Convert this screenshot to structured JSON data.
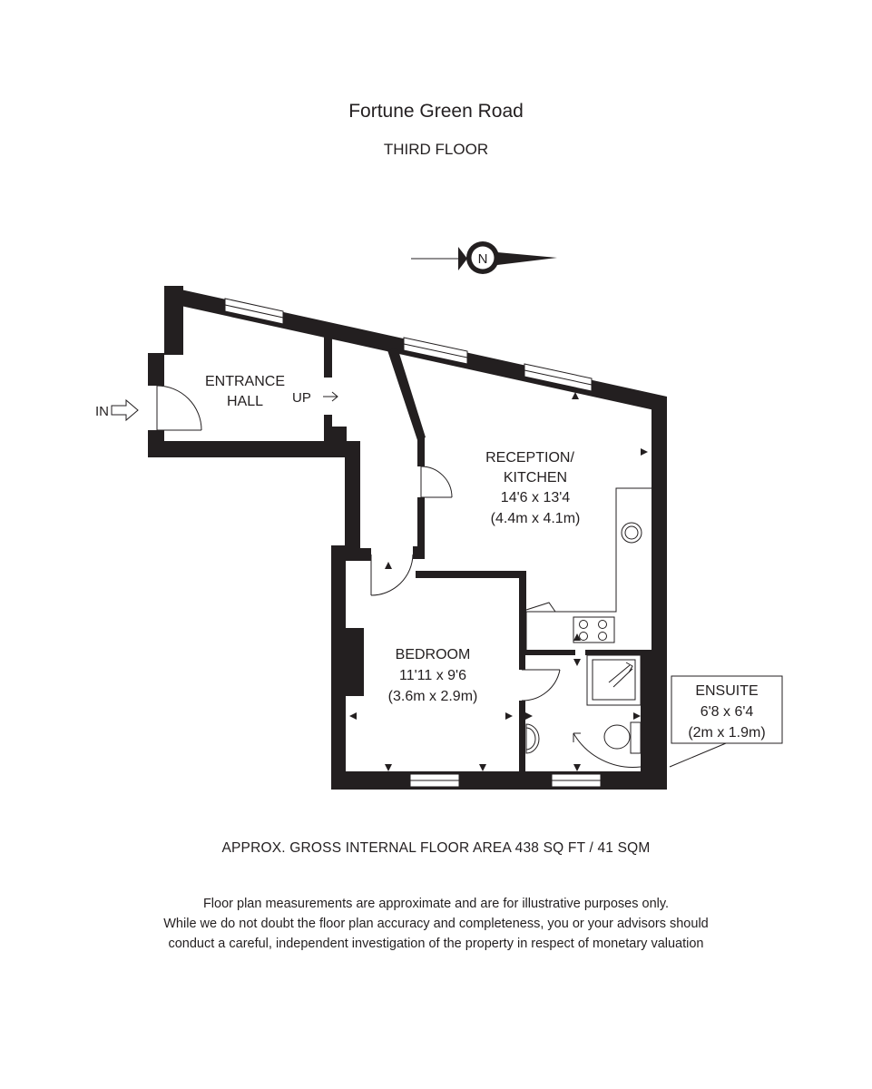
{
  "title": "Fortune Green Road",
  "floor": "THIRD FLOOR",
  "compass": {
    "letter": "N"
  },
  "entry": {
    "in": "IN",
    "up": "UP"
  },
  "rooms": {
    "entrance_hall": {
      "line1": "ENTRANCE",
      "line2": "HALL"
    },
    "reception": {
      "line1": "RECEPTION/",
      "line2": "KITCHEN",
      "imperial": "14'6 x 13'4",
      "metric": "(4.4m x 4.1m)"
    },
    "bedroom": {
      "name": "BEDROOM",
      "imperial": "11'11 x 9'6",
      "metric": "(3.6m x 2.9m)"
    },
    "ensuite": {
      "name": "ENSUITE",
      "imperial": "6'8 x 6'4",
      "metric": "(2m x 1.9m)"
    }
  },
  "area_text": "APPROX. GROSS INTERNAL FLOOR AREA 438 SQ FT / 41 SQM",
  "disclaimer": [
    "Floor plan measurements are approximate and are for illustrative purposes only.",
    "While we do not doubt the floor plan accuracy and completeness, you or your advisors should",
    "conduct a careful, independent investigation of the property in respect of monetary valuation"
  ]
}
